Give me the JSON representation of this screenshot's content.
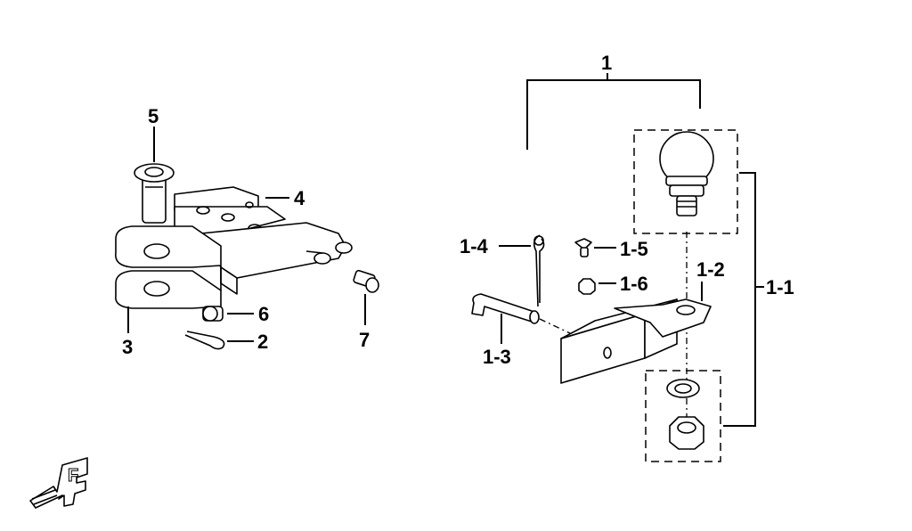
{
  "callouts": {
    "c1": "1",
    "c1_1": "1-1",
    "c1_2": "1-2",
    "c1_3": "1-3",
    "c1_4": "1-4",
    "c1_5": "1-5",
    "c1_6": "1-6",
    "c2": "2",
    "c3": "3",
    "c4": "4",
    "c5": "5",
    "c6": "6",
    "c7": "7"
  },
  "direction_marker": "F"
}
